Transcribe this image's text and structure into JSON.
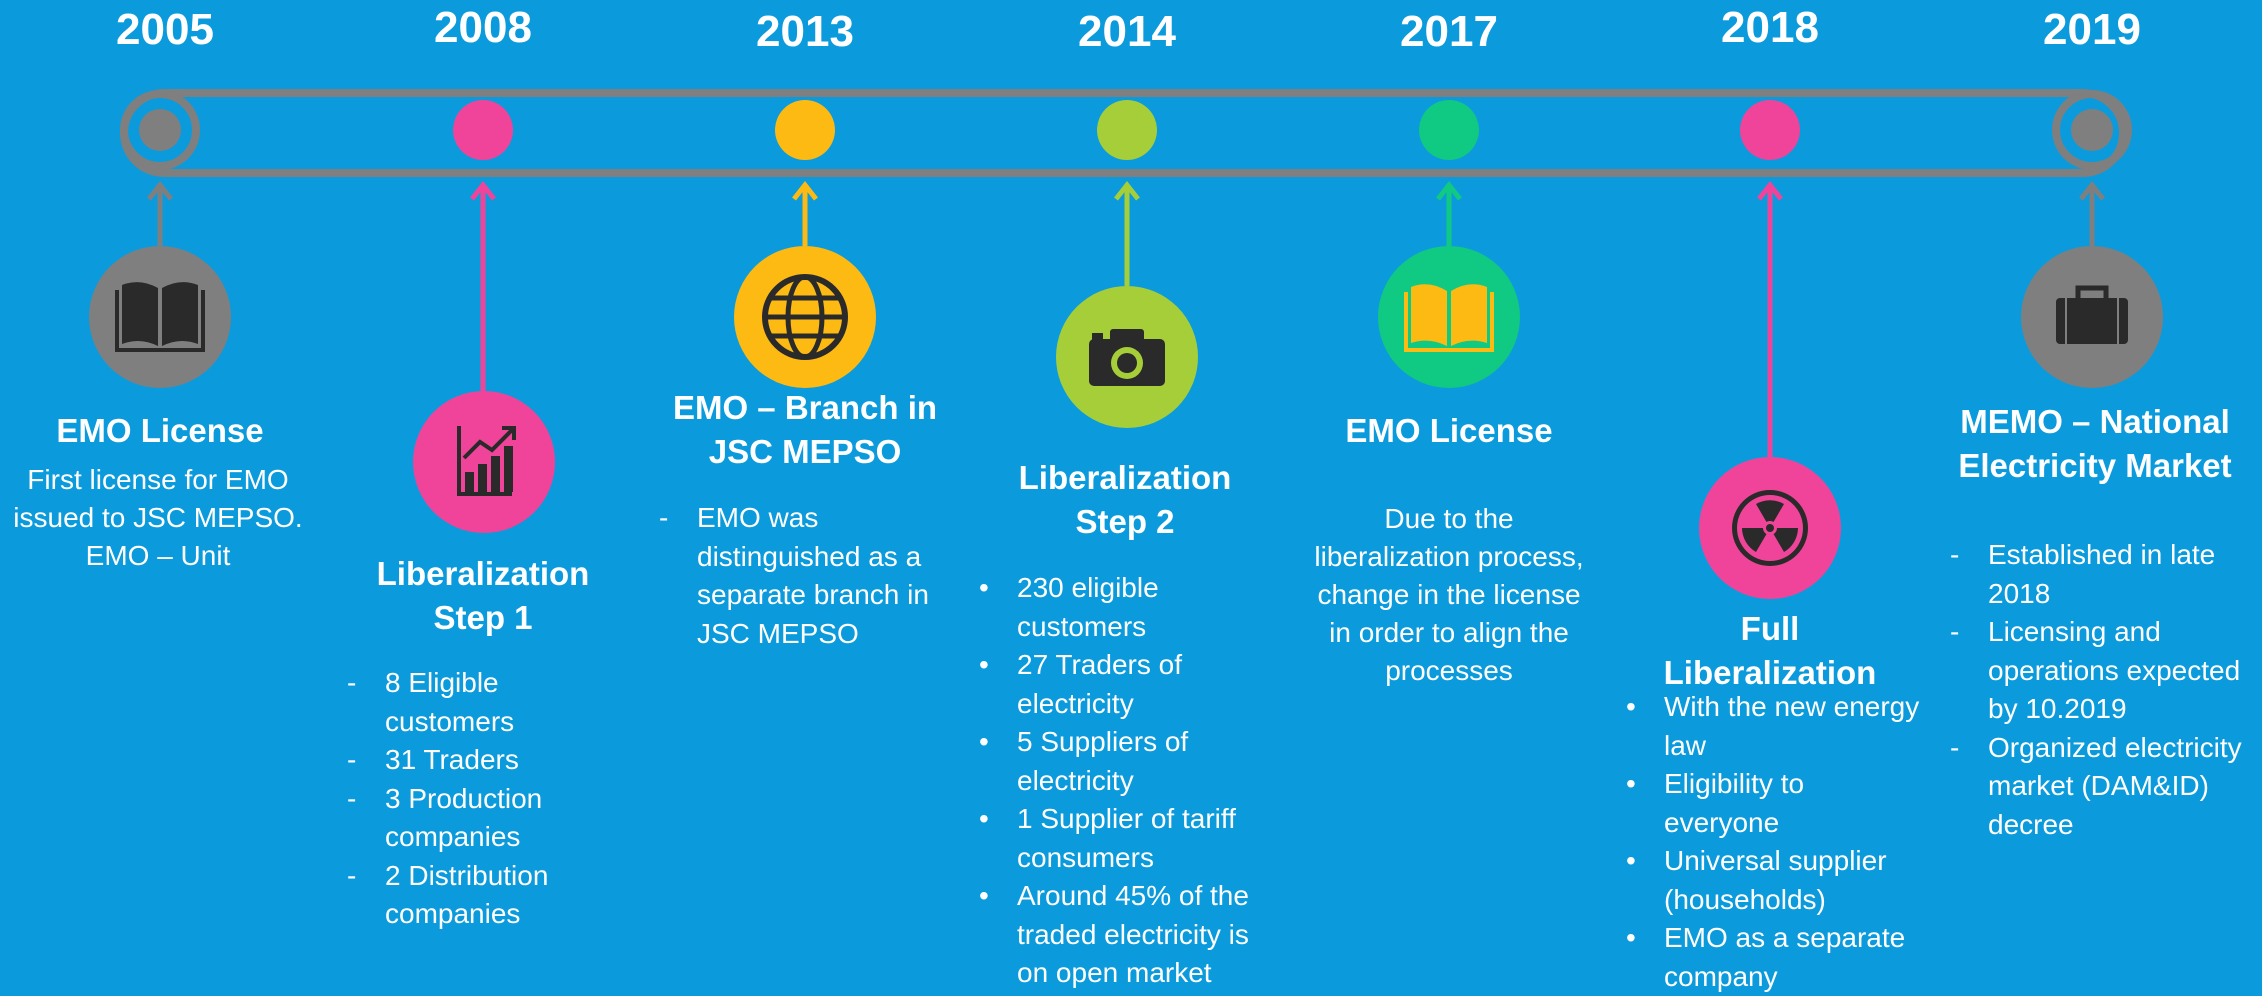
{
  "colors": {
    "background": "#0B9BDC",
    "track": "#7F7F7F",
    "gray": "#7F7F7F",
    "pink": "#F0449A",
    "orange": "#FDBA12",
    "green": "#A6CE39",
    "teal": "#10C982"
  },
  "milestones": [
    {
      "year": "2005",
      "color": "#7F7F7F",
      "icon": "book-icon",
      "title": "EMO License",
      "description": "First license for EMO issued to JSC MEPSO. EMO – Unit",
      "bullet_style": "none",
      "items": []
    },
    {
      "year": "2008",
      "color": "#F0449A",
      "icon": "chart-growth-icon",
      "title": "Liberalization Step 1",
      "description": "",
      "bullet_style": "dash",
      "items": [
        "8 Eligible customers",
        " 31 Traders",
        "3 Production companies",
        "2 Distribution companies"
      ]
    },
    {
      "year": "2013",
      "color": "#FDBA12",
      "icon": "globe-icon",
      "title": "EMO – Branch in JSC MEPSO",
      "description": "",
      "bullet_style": "dash",
      "items": [
        "EMO was distinguished as a separate branch in JSC MEPSO"
      ]
    },
    {
      "year": "2014",
      "color": "#A6CE39",
      "icon": "camera-icon",
      "title": "Liberalization Step 2",
      "description": "",
      "bullet_style": "dot",
      "items": [
        "230 eligible customers",
        "27 Traders of electricity",
        "5 Suppliers of electricity",
        "1 Supplier of tariff consumers",
        "Around 45% of the traded electricity is on open market"
      ]
    },
    {
      "year": "2017",
      "color": "#10C982",
      "icon": "open-book-icon",
      "title": "EMO License",
      "description": "Due to the liberalization process, change in the license in order to align the processes",
      "bullet_style": "none",
      "items": []
    },
    {
      "year": "2018",
      "color": "#F0449A",
      "icon": "radiation-icon",
      "title": "Full Liberalization",
      "description": "",
      "bullet_style": "dot",
      "items": [
        "With the new energy law",
        "Eligibility to everyone",
        "Universal supplier (households)",
        "EMO as a separate company"
      ]
    },
    {
      "year": "2019",
      "color": "#7F7F7F",
      "icon": "briefcase-icon",
      "title": "MEMO – National Electricity Market",
      "description": "",
      "bullet_style": "dash",
      "items": [
        "Established in late 2018",
        "Licensing and operations expected by 10.2019",
        "Organized electricity market (DAM&ID) decree"
      ]
    }
  ]
}
